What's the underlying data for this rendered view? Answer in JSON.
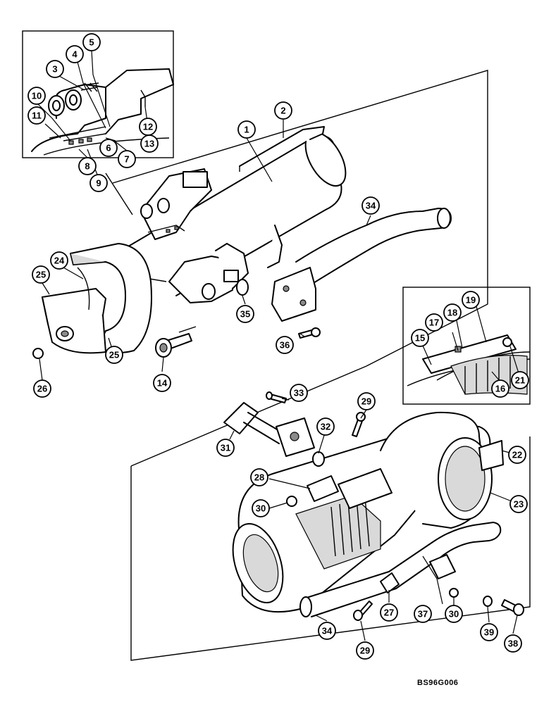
{
  "diagram": {
    "drawing_code": "BS96G006",
    "callouts": [
      "1",
      "2",
      "3",
      "4",
      "5",
      "6",
      "7",
      "8",
      "9",
      "10",
      "11",
      "12",
      "13",
      "14",
      "15",
      "16",
      "17",
      "18",
      "19",
      "21",
      "22",
      "23",
      "24",
      "25",
      "25",
      "26",
      "27",
      "28",
      "29",
      "29",
      "30",
      "30",
      "31",
      "32",
      "33",
      "34",
      "34",
      "35",
      "36",
      "37",
      "38",
      "39"
    ]
  }
}
